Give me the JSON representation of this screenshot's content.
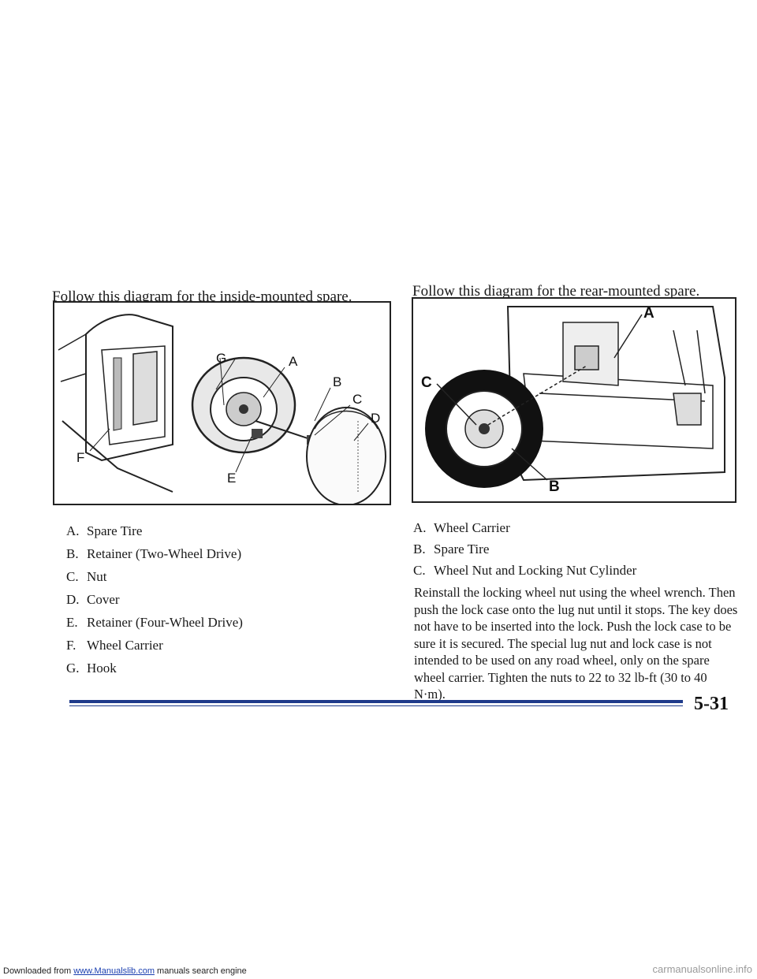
{
  "left": {
    "heading": "Follow this diagram for the inside-mounted spare.",
    "callouts": [
      "A",
      "B",
      "C",
      "D",
      "E",
      "F",
      "G"
    ],
    "legend": [
      {
        "key": "A.",
        "label": "Spare Tire"
      },
      {
        "key": "B.",
        "label": "Retainer (Two-Wheel Drive)"
      },
      {
        "key": "C.",
        "label": "Nut"
      },
      {
        "key": "D.",
        "label": "Cover"
      },
      {
        "key": "E.",
        "label": "Retainer (Four-Wheel Drive)"
      },
      {
        "key": "F.",
        "label": "Wheel Carrier"
      },
      {
        "key": "G.",
        "label": "Hook"
      }
    ]
  },
  "right": {
    "heading": "Follow this diagram for the rear-mounted spare.",
    "callouts": [
      "A",
      "B",
      "C"
    ],
    "legend": [
      {
        "key": "A.",
        "label": "Wheel Carrier"
      },
      {
        "key": "B.",
        "label": "Spare Tire"
      },
      {
        "key": "C.",
        "label": "Wheel Nut and Locking Nut Cylinder"
      }
    ],
    "paragraph": "Reinstall the locking wheel nut using the wheel wrench. Then push the lock case onto the lug nut until it stops. The key does not have to be inserted into the lock. Push the lock case to be sure it is secured. The special lug nut and lock case is not intended to be used on any road wheel, only on the spare wheel carrier. Tighten the nuts to 22 to 32 lb-ft (30 to 40 N·m)."
  },
  "page_number": "5-31",
  "footer": {
    "prefix": "Downloaded from ",
    "link": "www.Manualslib.com",
    "suffix": " manuals search engine"
  },
  "watermark": "carmanualsonline.info"
}
